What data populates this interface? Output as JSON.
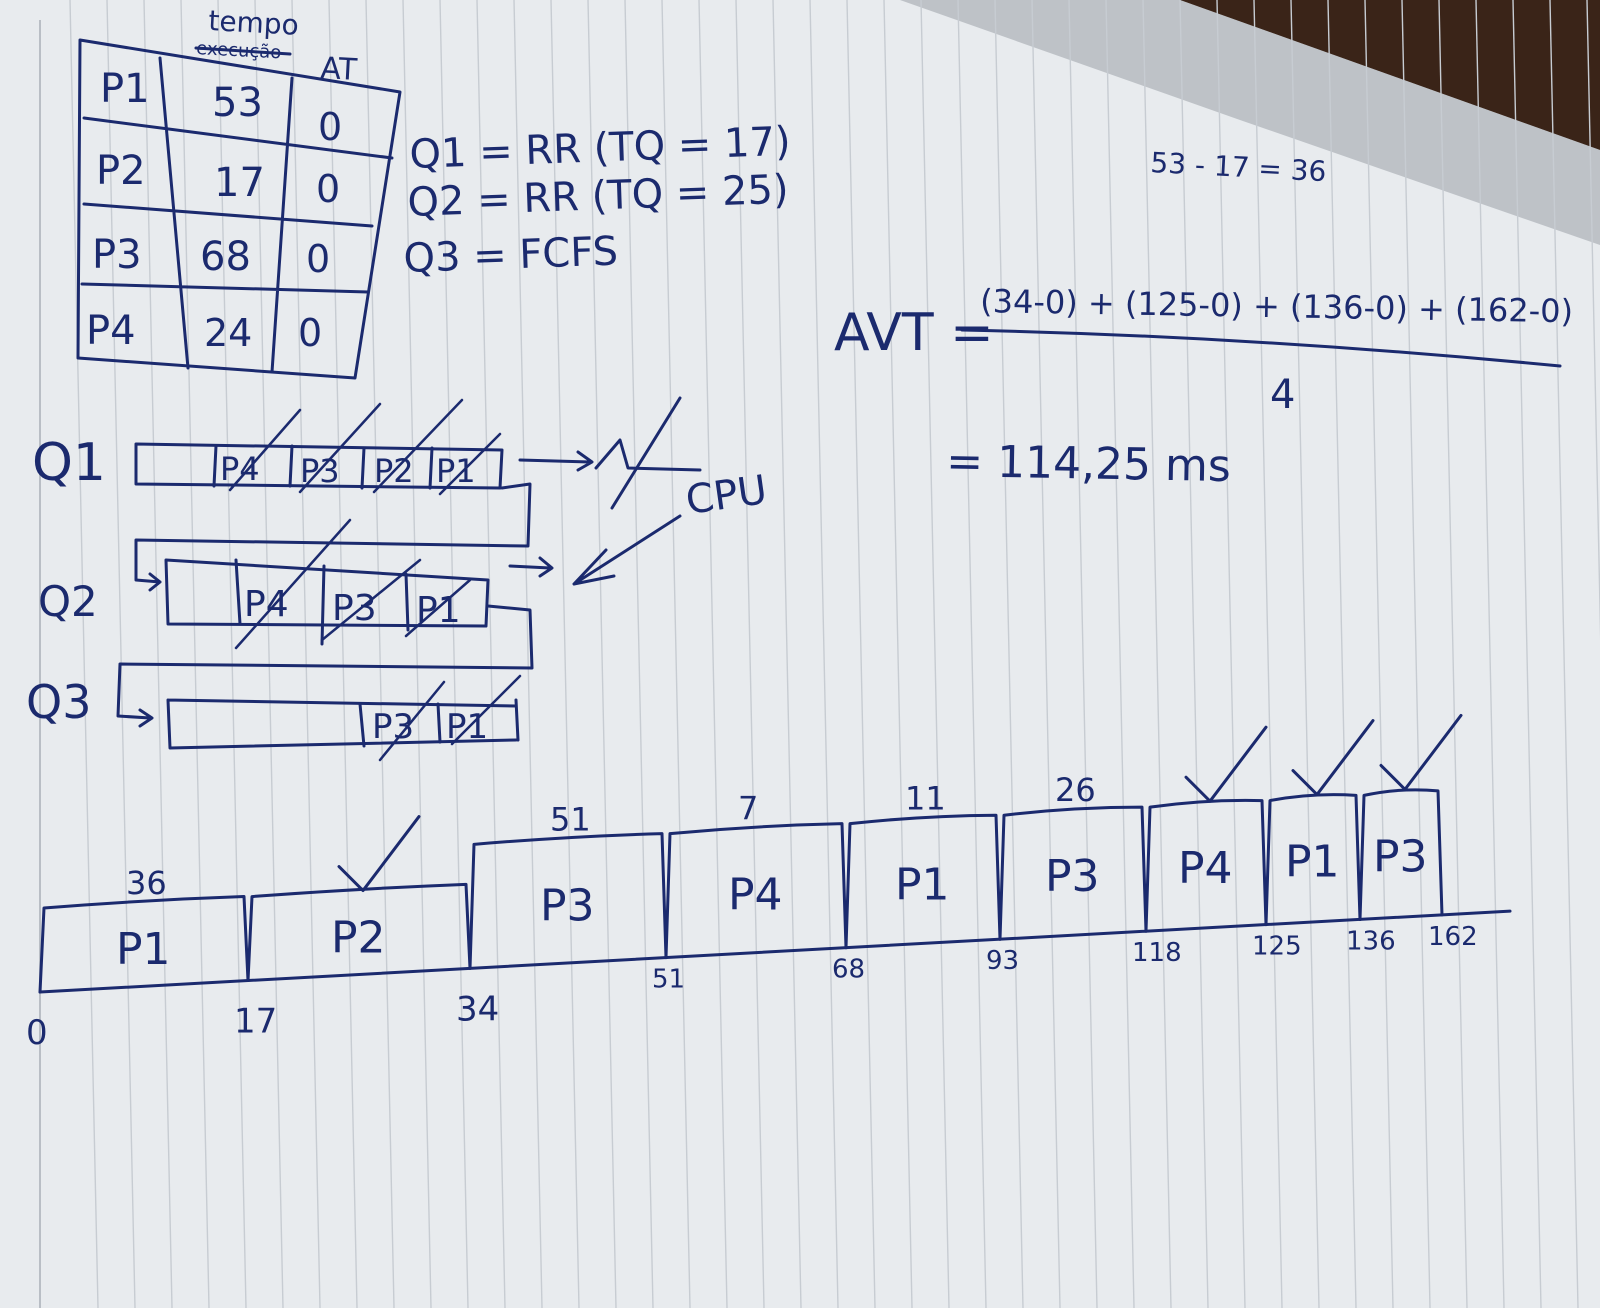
{
  "process_table": {
    "headers": [
      "tempo",
      "AT"
    ],
    "struck_header": "execução",
    "rows": [
      {
        "process": "P1",
        "burst": "53",
        "at": "0"
      },
      {
        "process": "P2",
        "burst": "17",
        "at": "0"
      },
      {
        "process": "P3",
        "burst": "68",
        "at": "0"
      },
      {
        "process": "P4",
        "burst": "24",
        "at": "0"
      }
    ]
  },
  "queues_def": [
    "Q1 = RR (TQ = 17)",
    "Q2 = RR (TQ = 25)",
    "Q3 = FCFS"
  ],
  "side_note": "53 - 17 = 36",
  "avg_formula": {
    "label": "AVT =",
    "numerator": "(34-0) + (125-0) + (136-0) + (162-0)",
    "denominator": "4",
    "result": "= 114,25 ms"
  },
  "queue_diagram": {
    "queues": [
      {
        "name": "Q1",
        "items": [
          "P4",
          "P3",
          "P2",
          "P1"
        ]
      },
      {
        "name": "Q2",
        "items": [
          "P4",
          "P3",
          "P1"
        ]
      },
      {
        "name": "Q3",
        "items": [
          "P3",
          "P1"
        ]
      }
    ],
    "cpu_label": "CPU"
  },
  "gantt": {
    "segments": [
      {
        "label": "P1",
        "start": 0,
        "end": 17,
        "remaining": "36"
      },
      {
        "label": "P2",
        "start": 17,
        "end": 34,
        "remaining": "",
        "done": true
      },
      {
        "label": "P3",
        "start": 34,
        "end": 51,
        "remaining": "51"
      },
      {
        "label": "P4",
        "start": 51,
        "end": 68,
        "remaining": "7"
      },
      {
        "label": "P1",
        "start": 68,
        "end": 93,
        "remaining": "11"
      },
      {
        "label": "P3",
        "start": 93,
        "end": 118,
        "remaining": "26"
      },
      {
        "label": "P4",
        "start": 118,
        "end": 125,
        "remaining": "",
        "done": true
      },
      {
        "label": "P1",
        "start": 125,
        "end": 136,
        "remaining": "",
        "done": true
      },
      {
        "label": "P3",
        "start": 136,
        "end": 162,
        "remaining": "",
        "done": true
      }
    ],
    "ticks": [
      "0",
      "17",
      "34",
      "51",
      "68",
      "93",
      "118",
      "125",
      "136",
      "162"
    ]
  }
}
